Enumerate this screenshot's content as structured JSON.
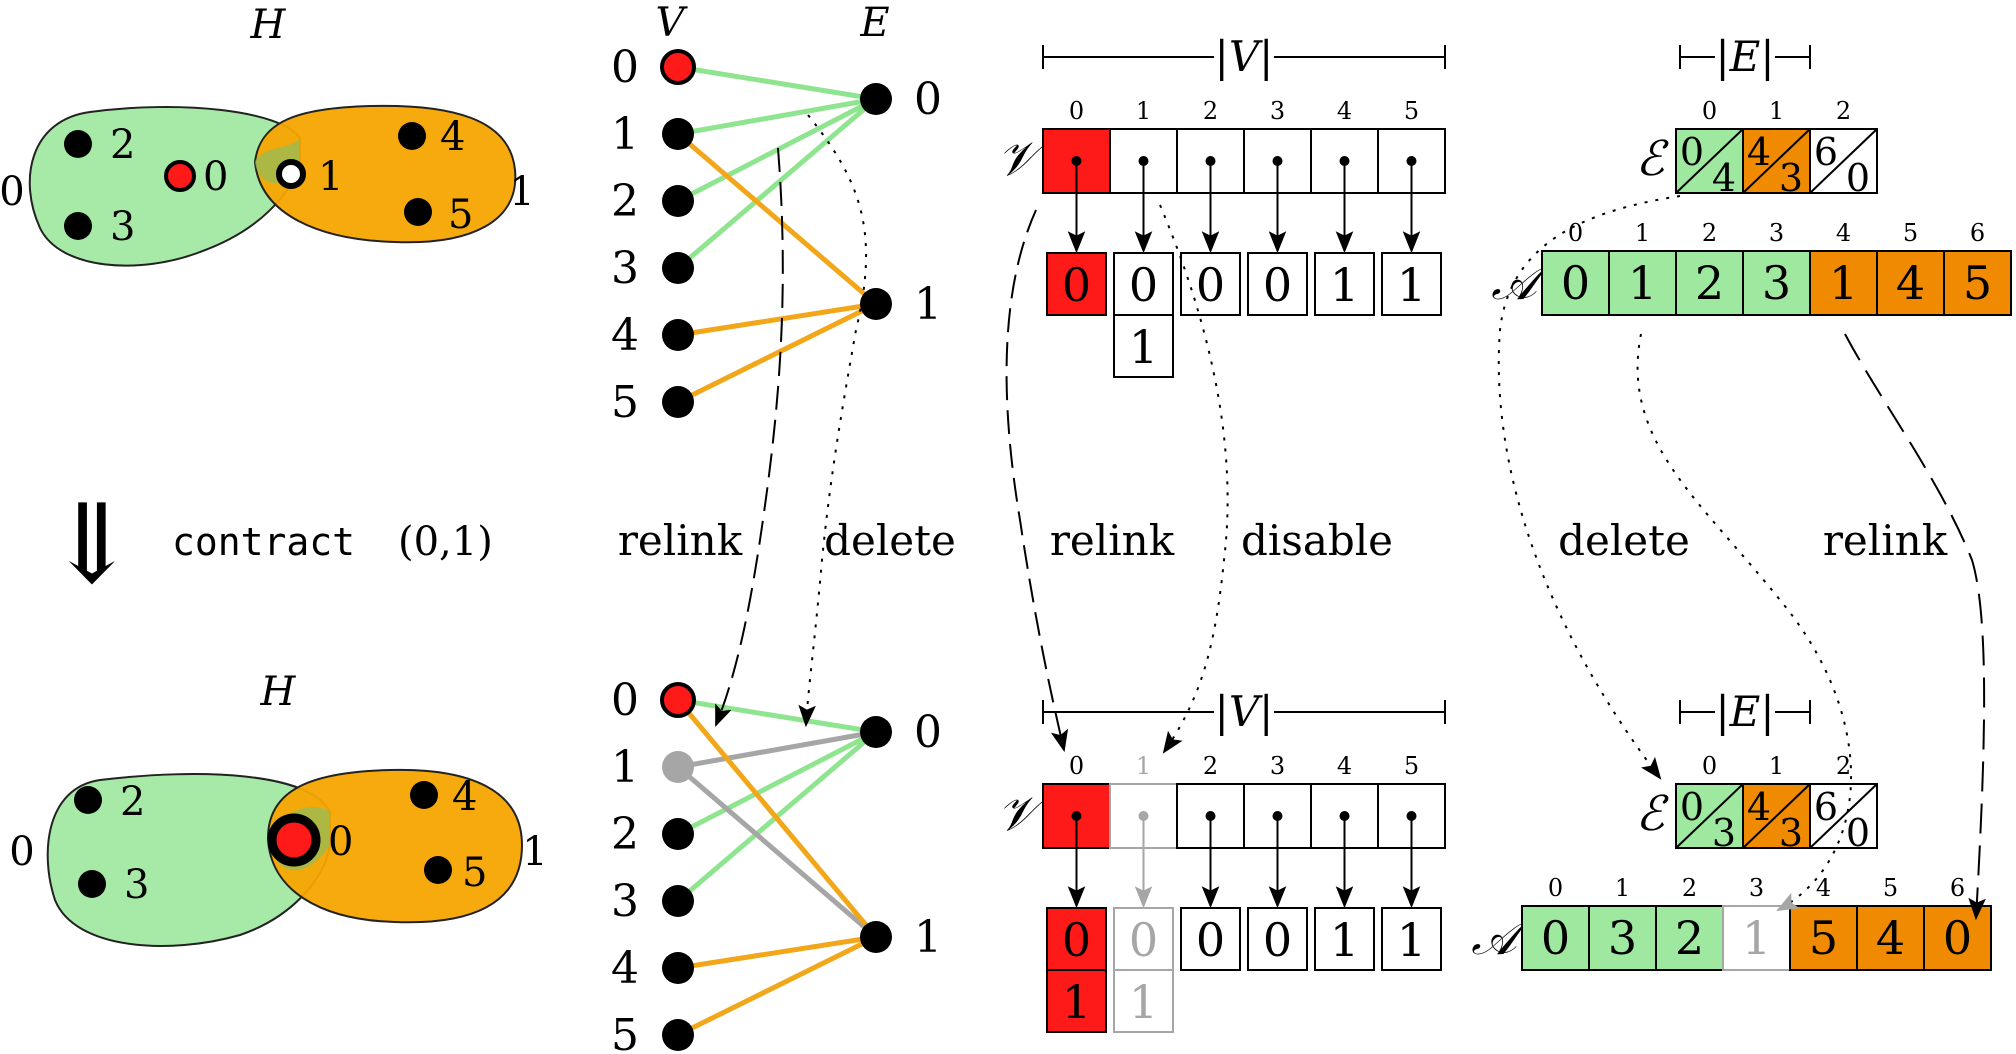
{
  "colors": {
    "green": "#9fe89f",
    "orange": "#f5a500",
    "red": "#ff1a1a",
    "gray": "#a6a6a6",
    "black": "#000000",
    "edge_green": "#8fe58f",
    "edge_orange": "#f2a71b",
    "edge_gray": "#a6a6a6"
  },
  "hypergraph": {
    "top": {
      "title": "H",
      "edge_labels": [
        "0",
        "1"
      ],
      "left_nodes": [
        "2",
        "3"
      ],
      "center_node": "0",
      "white_node": "1",
      "right_nodes": [
        "4",
        "5"
      ]
    },
    "bottom": {
      "title": "H",
      "edge_labels": [
        "0",
        "1"
      ],
      "left_nodes": [
        "2",
        "3"
      ],
      "merged_node": "0",
      "right_nodes": [
        "4",
        "5"
      ]
    }
  },
  "operation": {
    "arrow_glyph": "⇓",
    "fn": "contract",
    "args": "(0,1)"
  },
  "bipartite": {
    "v_header": "V",
    "e_header": "E",
    "vertex_labels": [
      "0",
      "1",
      "2",
      "3",
      "4",
      "5"
    ],
    "edge_labels": [
      "0",
      "1"
    ]
  },
  "arrays": {
    "vertex_array_symbol": "𝒱",
    "edge_array_symbol": "ℰ",
    "adjacency_array_symbol": "𝒜",
    "v_size_label": "|V|",
    "e_size_label": "|E|",
    "v_indices": [
      "0",
      "1",
      "2",
      "3",
      "4",
      "5"
    ],
    "e_indices": [
      "0",
      "1",
      "2"
    ],
    "a_indices": [
      "0",
      "1",
      "2",
      "3",
      "4",
      "5",
      "6"
    ],
    "top": {
      "v_values": [
        "0",
        "0",
        "0",
        "0",
        "1",
        "1"
      ],
      "v_extra": [
        "",
        "1",
        "",
        "",
        "",
        ""
      ],
      "e_cells": [
        [
          "0",
          "4"
        ],
        [
          "4",
          "3"
        ],
        [
          "6",
          "0"
        ]
      ],
      "a_values": [
        "0",
        "1",
        "2",
        "3",
        "1",
        "4",
        "5"
      ]
    },
    "bottom": {
      "v_values": [
        "0",
        "0",
        "0",
        "0",
        "1",
        "1"
      ],
      "v_extra": [
        "1",
        "1",
        "",
        "",
        "",
        ""
      ],
      "e_cells": [
        [
          "0",
          "3"
        ],
        [
          "4",
          "3"
        ],
        [
          "6",
          "0"
        ]
      ],
      "a_values": [
        "0",
        "3",
        "2",
        "1",
        "5",
        "4",
        "0"
      ]
    }
  },
  "operations": {
    "bip_relink": "relink",
    "bip_delete": "delete",
    "v_relink": "relink",
    "v_disable": "disable",
    "a_delete": "delete",
    "a_relink": "relink"
  }
}
